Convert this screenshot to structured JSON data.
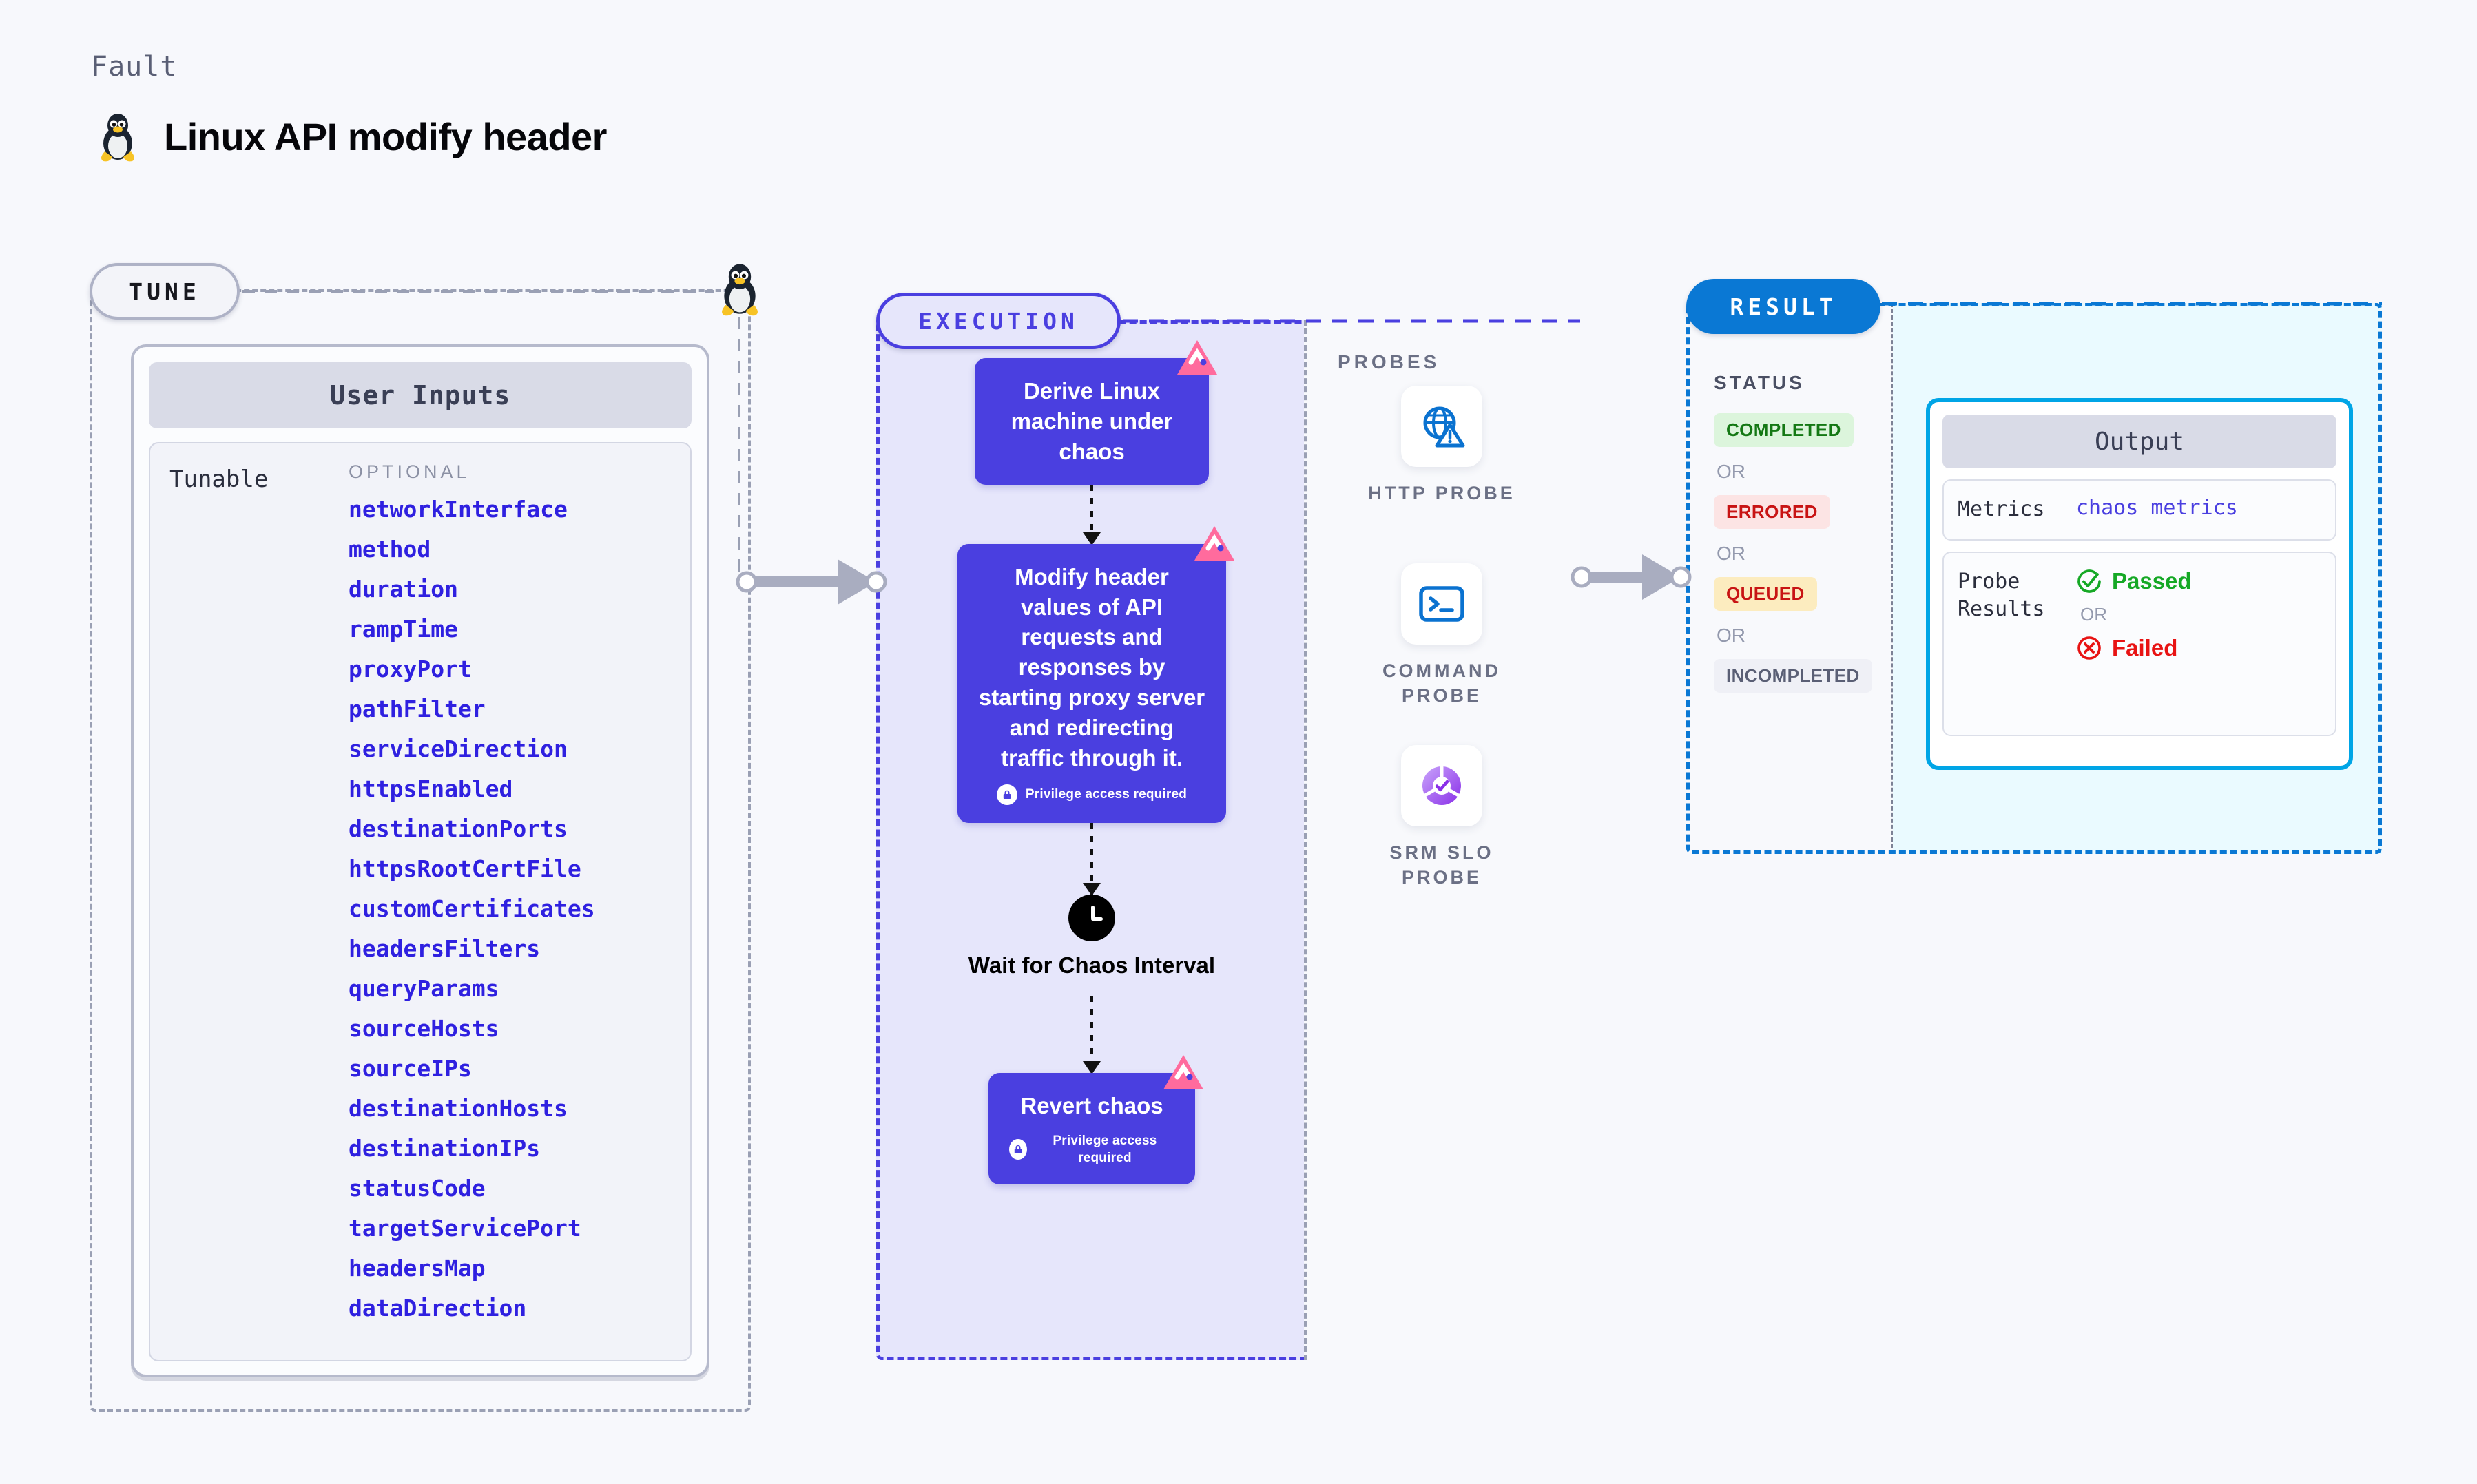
{
  "header": {
    "eyebrow": "Fault",
    "title": "Linux API modify header",
    "os_icon": "linux-penguin-icon"
  },
  "tune": {
    "badge": "TUNE",
    "card_title": "User Inputs",
    "group_label": "Tunable",
    "optional_label": "OPTIONAL",
    "items": [
      "networkInterface",
      "method",
      "duration",
      "rampTime",
      "proxyPort",
      "pathFilter",
      "serviceDirection",
      "httpsEnabled",
      "destinationPorts",
      "httpsRootCertFile",
      "customCertificates",
      "headersFilters",
      "queryParams",
      "sourceHosts",
      "sourceIPs",
      "destinationHosts",
      "destinationIPs",
      "statusCode",
      "targetServicePort",
      "headersMap",
      "dataDirection"
    ]
  },
  "execution": {
    "badge": "EXECUTION",
    "nodes": [
      {
        "text": "Derive Linux machine under chaos",
        "privilege": null,
        "chaos_badge": true
      },
      {
        "text": "Modify header values of API requests and responses by starting proxy server and redirecting traffic through it.",
        "privilege": "Privilege access required",
        "chaos_badge": true
      }
    ],
    "wait": {
      "label": "Wait for Chaos Interval",
      "icon": "clock-icon"
    },
    "revert": {
      "text": "Revert chaos",
      "privilege": "Privilege access required",
      "chaos_badge": true
    }
  },
  "probes": {
    "title": "PROBES",
    "items": [
      {
        "name": "HTTP PROBE",
        "icon": "globe-warning-icon"
      },
      {
        "name": "COMMAND PROBE",
        "icon": "terminal-icon"
      },
      {
        "name": "SRM SLO PROBE",
        "icon": "slo-donut-check-icon"
      }
    ]
  },
  "result": {
    "badge": "RESULT",
    "status_title": "STATUS",
    "or_label": "OR",
    "statuses": [
      {
        "label": "COMPLETED",
        "style": "completed"
      },
      {
        "label": "ERRORED",
        "style": "errored"
      },
      {
        "label": "QUEUED",
        "style": "queued"
      },
      {
        "label": "INCOMPLETED",
        "style": "incomplete"
      }
    ],
    "output": {
      "title": "Output",
      "metrics_key": "Metrics",
      "metrics_value": "chaos metrics",
      "probe_results_key": "Probe Results",
      "passed_label": "Passed",
      "failed_label": "Failed",
      "or_label": "OR"
    }
  },
  "colors": {
    "accent_indigo": "#4a3fe0",
    "accent_blue": "#0a78d4",
    "accent_cyan": "#00a5e6",
    "chaos_pink": "#ff6b9d",
    "pass_green": "#15a825",
    "fail_red": "#e81313",
    "canvas_bg": "#f7f8fc"
  }
}
